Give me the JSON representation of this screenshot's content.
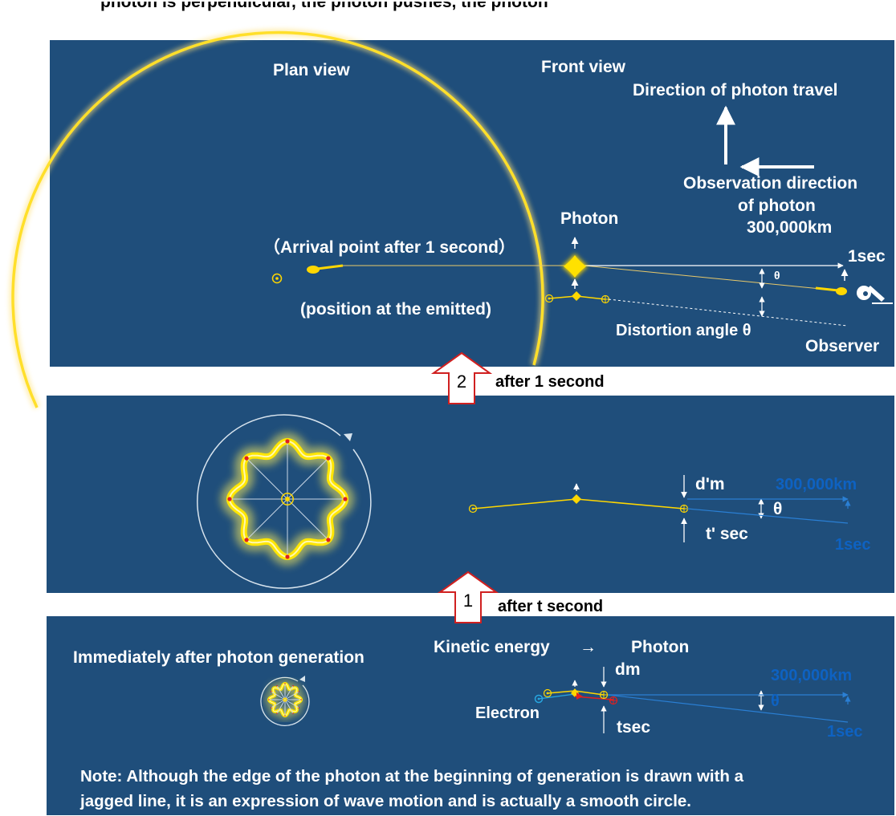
{
  "header": {
    "clipped_text": "photon is perpendicular, the photon pushes, the photon"
  },
  "top_panel": {
    "plan_view": "Plan view",
    "front_view": "Front view",
    "direction_of_travel": "Direction of photon travel",
    "observation_line1": "Observation direction",
    "observation_line2": "of photon",
    "distance": "300,000km",
    "photon": "Photon",
    "arrival_point": "（Arrival point after 1 second）",
    "emitted_position": "(position at the emitted)",
    "one_sec": "1sec",
    "theta": "θ",
    "distortion_angle": "Distortion angle θ",
    "observer": "Observer"
  },
  "step2": {
    "number": "2",
    "label": "after 1 second"
  },
  "middle_panel": {
    "dprime_m": "d'm",
    "theta": "θ",
    "distance": "300,000km",
    "tprime_sec": "t' sec",
    "one_sec": "1sec"
  },
  "step1": {
    "number": "1",
    "label": "after t second"
  },
  "bottom_panel": {
    "immediately": "Immediately after photon generation",
    "kinetic_energy": "Kinetic energy",
    "arrow": "→",
    "photon": "Photon",
    "dm": "dm",
    "distance": "300,000km",
    "electron": "Electron",
    "theta": "θ",
    "tsec": "tsec",
    "one_sec": "1sec"
  },
  "note": {
    "line1": "Note: Although the edge of the photon at the beginning of generation is drawn with a",
    "line2": "jagged line, it is an expression of wave motion and is actually a smooth circle."
  },
  "colors": {
    "panel": "#1f4e7b",
    "photon_yellow": "#ffd700",
    "glow": "#fff05a",
    "dim_blue": "#0e62c2",
    "step_arrow_red": "#d02020",
    "electron_cyan": "#27a6e0",
    "red_marker": "#e02020"
  }
}
